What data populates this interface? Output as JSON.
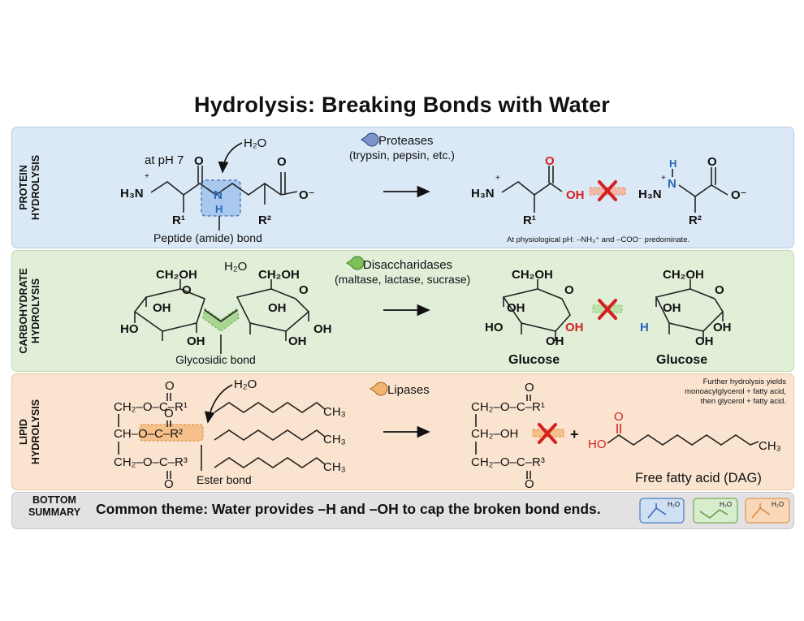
{
  "title": "Hydrolysis: Breaking Bonds with Water",
  "panels": {
    "protein": {
      "side_label": "PROTEIN\nHYDROLYSIS",
      "water": "H₂O",
      "enzyme": "Proteases",
      "enzyme_examples": "(trypsin, pepsin, etc.)",
      "ph_label": "at pH 7",
      "bond_label": "Peptide (amide) bond",
      "note": "At physiological pH: –NH₃⁺ and –COO⁻ predominate.",
      "atoms": {
        "amine": "H₃N",
        "plus": "+",
        "o": "O",
        "n": "N",
        "h": "H",
        "ominus": "O⁻",
        "oh": "OH",
        "r1": "R¹",
        "r2": "R²"
      }
    },
    "carbohydrate": {
      "side_label": "CARBOHYDRATE\nHYDROLYSIS",
      "water": "H₂O",
      "enzyme": "Disaccharidases",
      "enzyme_examples": "(maltase, lactase, sucrase)",
      "bond_label": "Glycosidic bond",
      "product_left": "Glucose",
      "product_right": "Glucose",
      "atoms": {
        "ch2oh": "CH₂OH",
        "o": "O",
        "oh": "OH",
        "ho": "HO",
        "h": "H"
      }
    },
    "lipid": {
      "side_label": "LIPID\nHYDROLYSIS",
      "water": "H₂O",
      "enzyme": "Lipases",
      "bond_label": "Ester bond",
      "product_label": "Free fatty acid (DAG)",
      "note": "Further hydrolysis yields\nmonoacylglycerol + fatty acid,\nthen glycerol + fatty acid.",
      "atoms": {
        "ch2o": "CH₂–O–C–R¹",
        "cho": "CH–O–C–R²",
        "ch2o3": "CH₂–O–C–R³",
        "ch3": "CH₃",
        "ho": "HO",
        "o": "O",
        "ch2oh": "CH₂–OH",
        "plus": "+"
      }
    }
  },
  "summary": {
    "label": "BOTTOM\nSUMMARY",
    "text": "Common theme: Water provides –H and –OH to cap the broken bond ends.",
    "icon_water": "H₂O"
  },
  "colors": {
    "protein_bg": "#dbe9f6",
    "carb_bg": "#e1efd9",
    "lipid_bg": "#fbe4cf",
    "summary_bg": "#e2e2e2",
    "red": "#d42020",
    "blue": "#2a66b8",
    "green_highlight": "#9ccc80",
    "orange_highlight": "#f2b570"
  }
}
